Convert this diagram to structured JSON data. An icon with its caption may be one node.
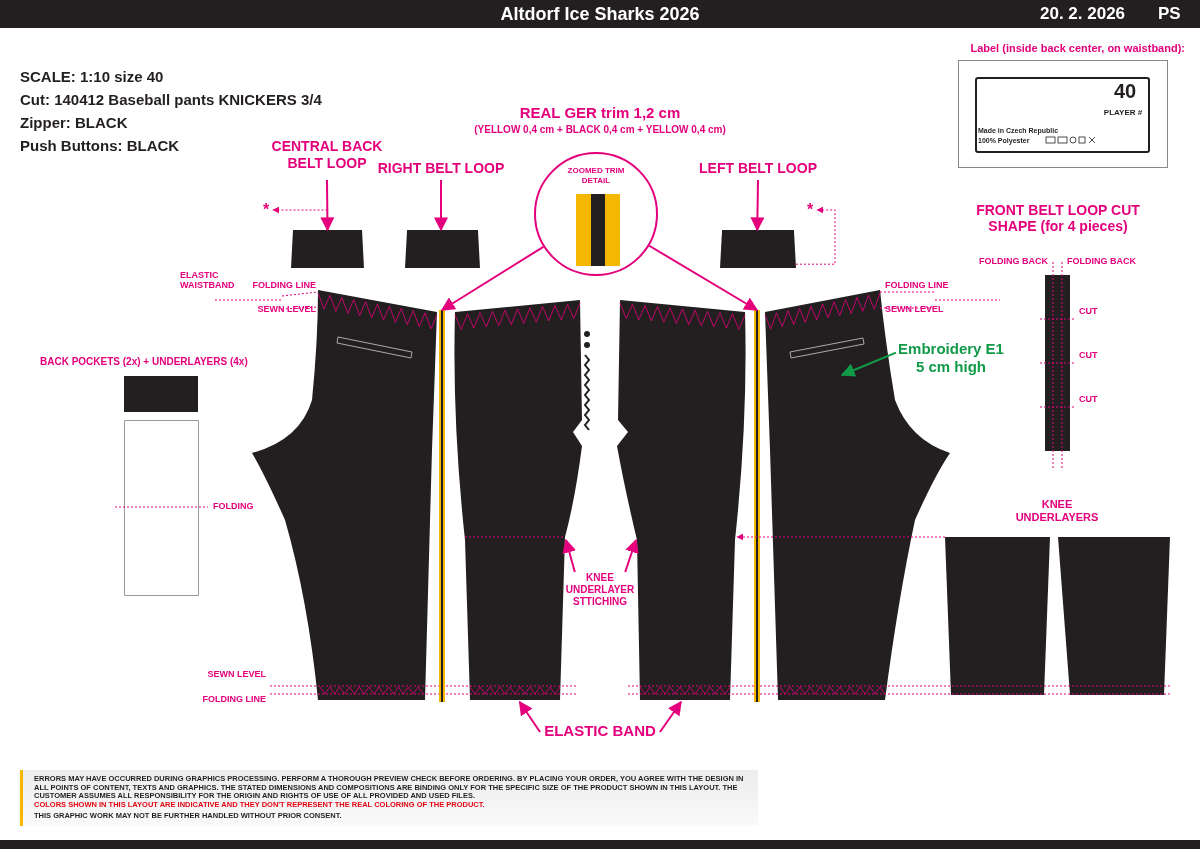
{
  "diagram": {
    "title": "Altdorf Ice Sharks 2026",
    "nodes": [
      {
        "text": [
          "CENTRAL BACK BELT LOOP"
        ]
      },
      {
        "text": [],
        "shape": "box"
      },
      {
        "text": [
          "RIGHT BELT LOOP"
        ]
      },
      {
        "text": [],
        "shape": "box"
      },
      {
        "text": [
          "LEFT BELT LOOP"
        ]
      },
      {
        "text": [],
        "shape": "box"
      },
      {
        "text": [
          "*"
        ]
      },
      {
        "text": [
          "*"
        ]
      },
      {
        "text": [
          "ZOOMED TRIM DETAIL"
        ]
      },
      {
        "text": [],
        "shape": "bar"
      },
      {
        "text": [],
        "shape": "bar"
      },
      {
        "text": [
          "Embroidery E1 5 cm high"
        ]
      },
      {
        "text": [
          "KNEE UNDERLAYER STTICHING"
        ]
      },
      {
        "text": [],
        "shape": "picture"
      },
      {
        "text": [],
        "shape": "picture"
      },
      {
        "text": [],
        "shape": "picture"
      },
      {
        "text": [],
        "shape": "picture"
      },
      {
        "text": [
          "ELASTIC BAND"
        ]
      },
      {
        "text": [],
        "shape": "box"
      },
      {
        "text": [],
        "shape": "box"
      },
      {
        "text": [],
        "shape": "box"
      },
      {
        "text": [],
        "shape": "box"
      },
      {
        "text": [],
        "shape": "box"
      }
    ],
    "edges": [
      {
        "from": 0,
        "to": 1,
        "arrow": "to"
      },
      {
        "from": 2,
        "to": 3,
        "arrow": "to"
      },
      {
        "from": 4,
        "to": 5,
        "arrow": "to"
      },
      {
        "from": 1,
        "to": 6,
        "arrow": "to",
        "style": "dashed"
      },
      {
        "from": 5,
        "to": 7,
        "arrow": "to",
        "style": "dashed"
      },
      {
        "from": 8,
        "to": 9,
        "arrow": "to"
      },
      {
        "from": 8,
        "to": 10,
        "arrow": "to"
      },
      {
        "from": 11,
        "to": 16,
        "arrow": "to",
        "color": "#119a48"
      },
      {
        "from": 12,
        "to": 14,
        "arrow": "to"
      },
      {
        "from": 12,
        "to": 15,
        "arrow": "to"
      },
      {
        "from": 17,
        "to": 14,
        "arrow": "to"
      },
      {
        "from": 17,
        "to": 15,
        "arrow": "to"
      },
      {
        "from": 18,
        "to": 15,
        "arrow": "to",
        "style": "dashed"
      }
    ],
    "labels": [
      "SCALE: 1:10 size 40",
      "Cut: 140412 Baseball pants KNICKERS 3/4",
      "Zipper: BLACK",
      "Push Buttons: BLACK",
      "REAL GER trim 1,2 cm",
      "(YELLOW 0,4 cm + BLACK 0,4 cm + YELLOW 0,4 cm)",
      "Label (inside back center, on waistband):",
      "40",
      "PLAYER #",
      "Made in Czech Republic",
      "100% Polyester",
      "FRONT BELT LOOP CUT SHAPE (for 4 pieces)",
      "FOLDING BACK",
      "FOLDING BACK",
      "ELASTIC WAISTBAND",
      "FOLDING LINE",
      "SEWN LEVEL",
      "FOLDING LINE",
      "SEWN LEVEL",
      "CUT",
      "CUT",
      "CUT",
      "BACK POCKETS (2x) + UNDERLAYERS (4x)",
      "FOLDING",
      "KNEE UNDERLAYERS",
      "SEWN LEVEL",
      "FOLDING LINE",
      "20. 2. 2026",
      "PS",
      "ERRORS MAY HAVE OCCURRED DURING GRAPHICS PROCESSING. PERFORM A THOROUGH PREVIEW CHECK BEFORE ORDERING. BY PLACING YOUR ORDER, YOU AGREE WITH THE DESIGN IN ALL POINTS OF CONTENT, TEXTS AND GRAPHICS. THE STATED DIMENSIONS AND COMPOSITIONS ARE BINDING ONLY FOR THE SPECIFIC SIZE OF THE PRODUCT SHOWN IN THIS LAYOUT. THE CUSTOMER ASSUMES ALL RESPONSIBILITY FOR THE ORIGIN AND RIGHTS OF USE OF ALL PROVIDED AND USED FILES.",
      "COLORS SHOWN IN THIS LAYOUT ARE INDICATIVE AND THEY DON'T REPRESENT THE REAL COLORING OF THE PRODUCT.",
      "THIS GRAPHIC WORK MAY NOT BE FURTHER HANDLED WITHOUT PRIOR CONSENT."
    ]
  }
}
